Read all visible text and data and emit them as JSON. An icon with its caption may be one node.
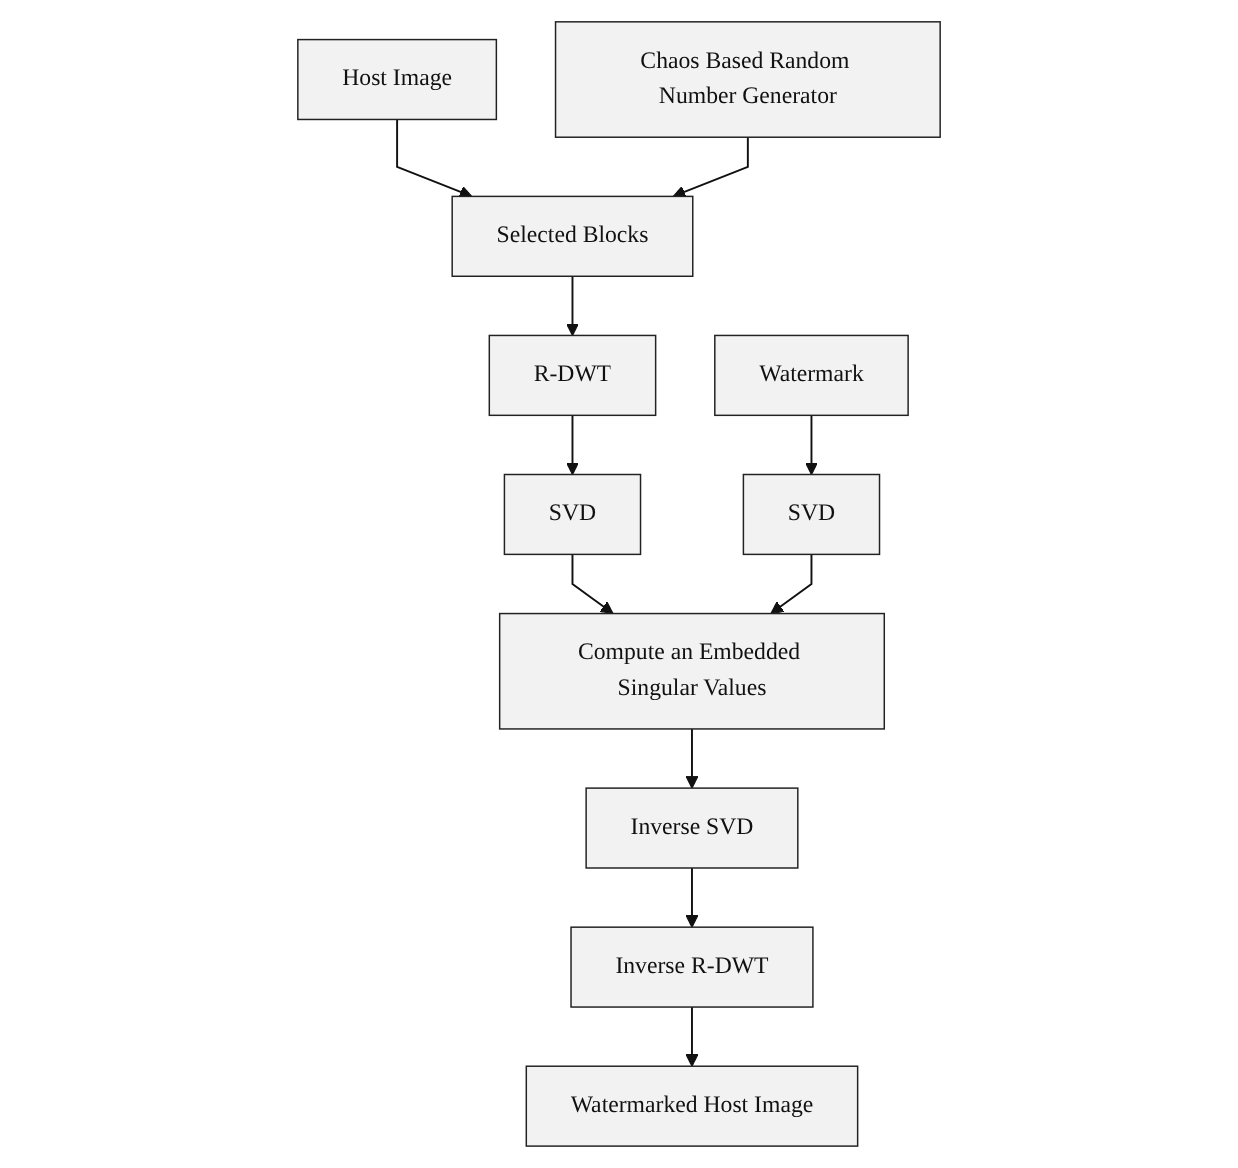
{
  "diagram": {
    "nodes": [
      {
        "text": [
          "Host Image"
        ]
      },
      {
        "text": [
          "Chaos Based Random Number Generator"
        ]
      },
      {
        "text": [
          "Selected Blocks"
        ]
      },
      {
        "text": [
          "R-DWT"
        ]
      },
      {
        "text": [
          "SVD"
        ]
      },
      {
        "text": [
          "Watermark"
        ]
      },
      {
        "text": [
          "SVD"
        ]
      },
      {
        "text": [
          "Compute an Embedded Singular Values"
        ]
      },
      {
        "text": [
          "Watermarked Host Image"
        ]
      },
      {
        "text": [
          "Inverse R-DWT"
        ]
      },
      {
        "text": [
          "Inverse SVD"
        ]
      }
    ],
    "edges": [
      {
        "from": 0,
        "to": 2,
        "arrow": "to"
      },
      {
        "from": 1,
        "to": 2,
        "arrow": "to"
      },
      {
        "from": 2,
        "to": 3,
        "arrow": "to"
      },
      {
        "from": 3,
        "to": 4,
        "arrow": "to"
      },
      {
        "from": 4,
        "to": 7,
        "arrow": "to"
      },
      {
        "from": 5,
        "to": 6,
        "arrow": "to"
      },
      {
        "from": 6,
        "to": 7,
        "arrow": "to"
      },
      {
        "from": 7,
        "to": 10,
        "arrow": "to"
      },
      {
        "from": 10,
        "to": 9,
        "arrow": "to"
      },
      {
        "from": 9,
        "to": 8,
        "arrow": "to"
      }
    ]
  }
}
